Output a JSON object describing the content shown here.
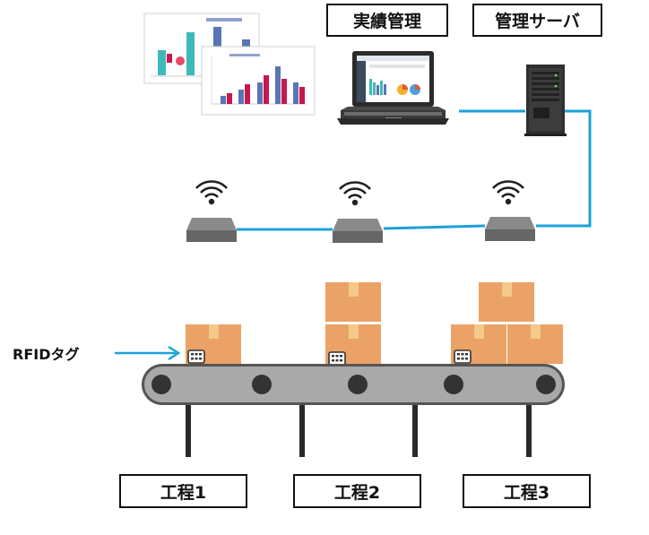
{
  "labels": {
    "jisseki_kanri": "実績管理",
    "kanri_server": "管理サーバ",
    "process_1": "工程1",
    "process_2": "工程2",
    "process_3": "工程3",
    "rfid_tag": "RFIDタグ"
  },
  "colors": {
    "network_line": "#1ba1d9",
    "box_fill": "#eaa266",
    "box_tape": "#f4c98a",
    "conveyor_belt": "#a9a9a9",
    "roller": "#333333",
    "reader": "#7a7a7a",
    "server": "#2f2f2f",
    "chart_teal": "#3fb8b8",
    "chart_magenta": "#c8174f",
    "chart_blue": "#5a74b6"
  },
  "icons": {
    "dashboard_screens": "dashboard-report-icon",
    "laptop": "laptop-icon",
    "server": "server-rack-icon",
    "reader": "rfid-reader-icon",
    "wifi": "wifi-signal-icon",
    "box": "cardboard-box-icon",
    "tag": "rfid-tag-icon",
    "conveyor": "conveyor-belt-icon"
  }
}
